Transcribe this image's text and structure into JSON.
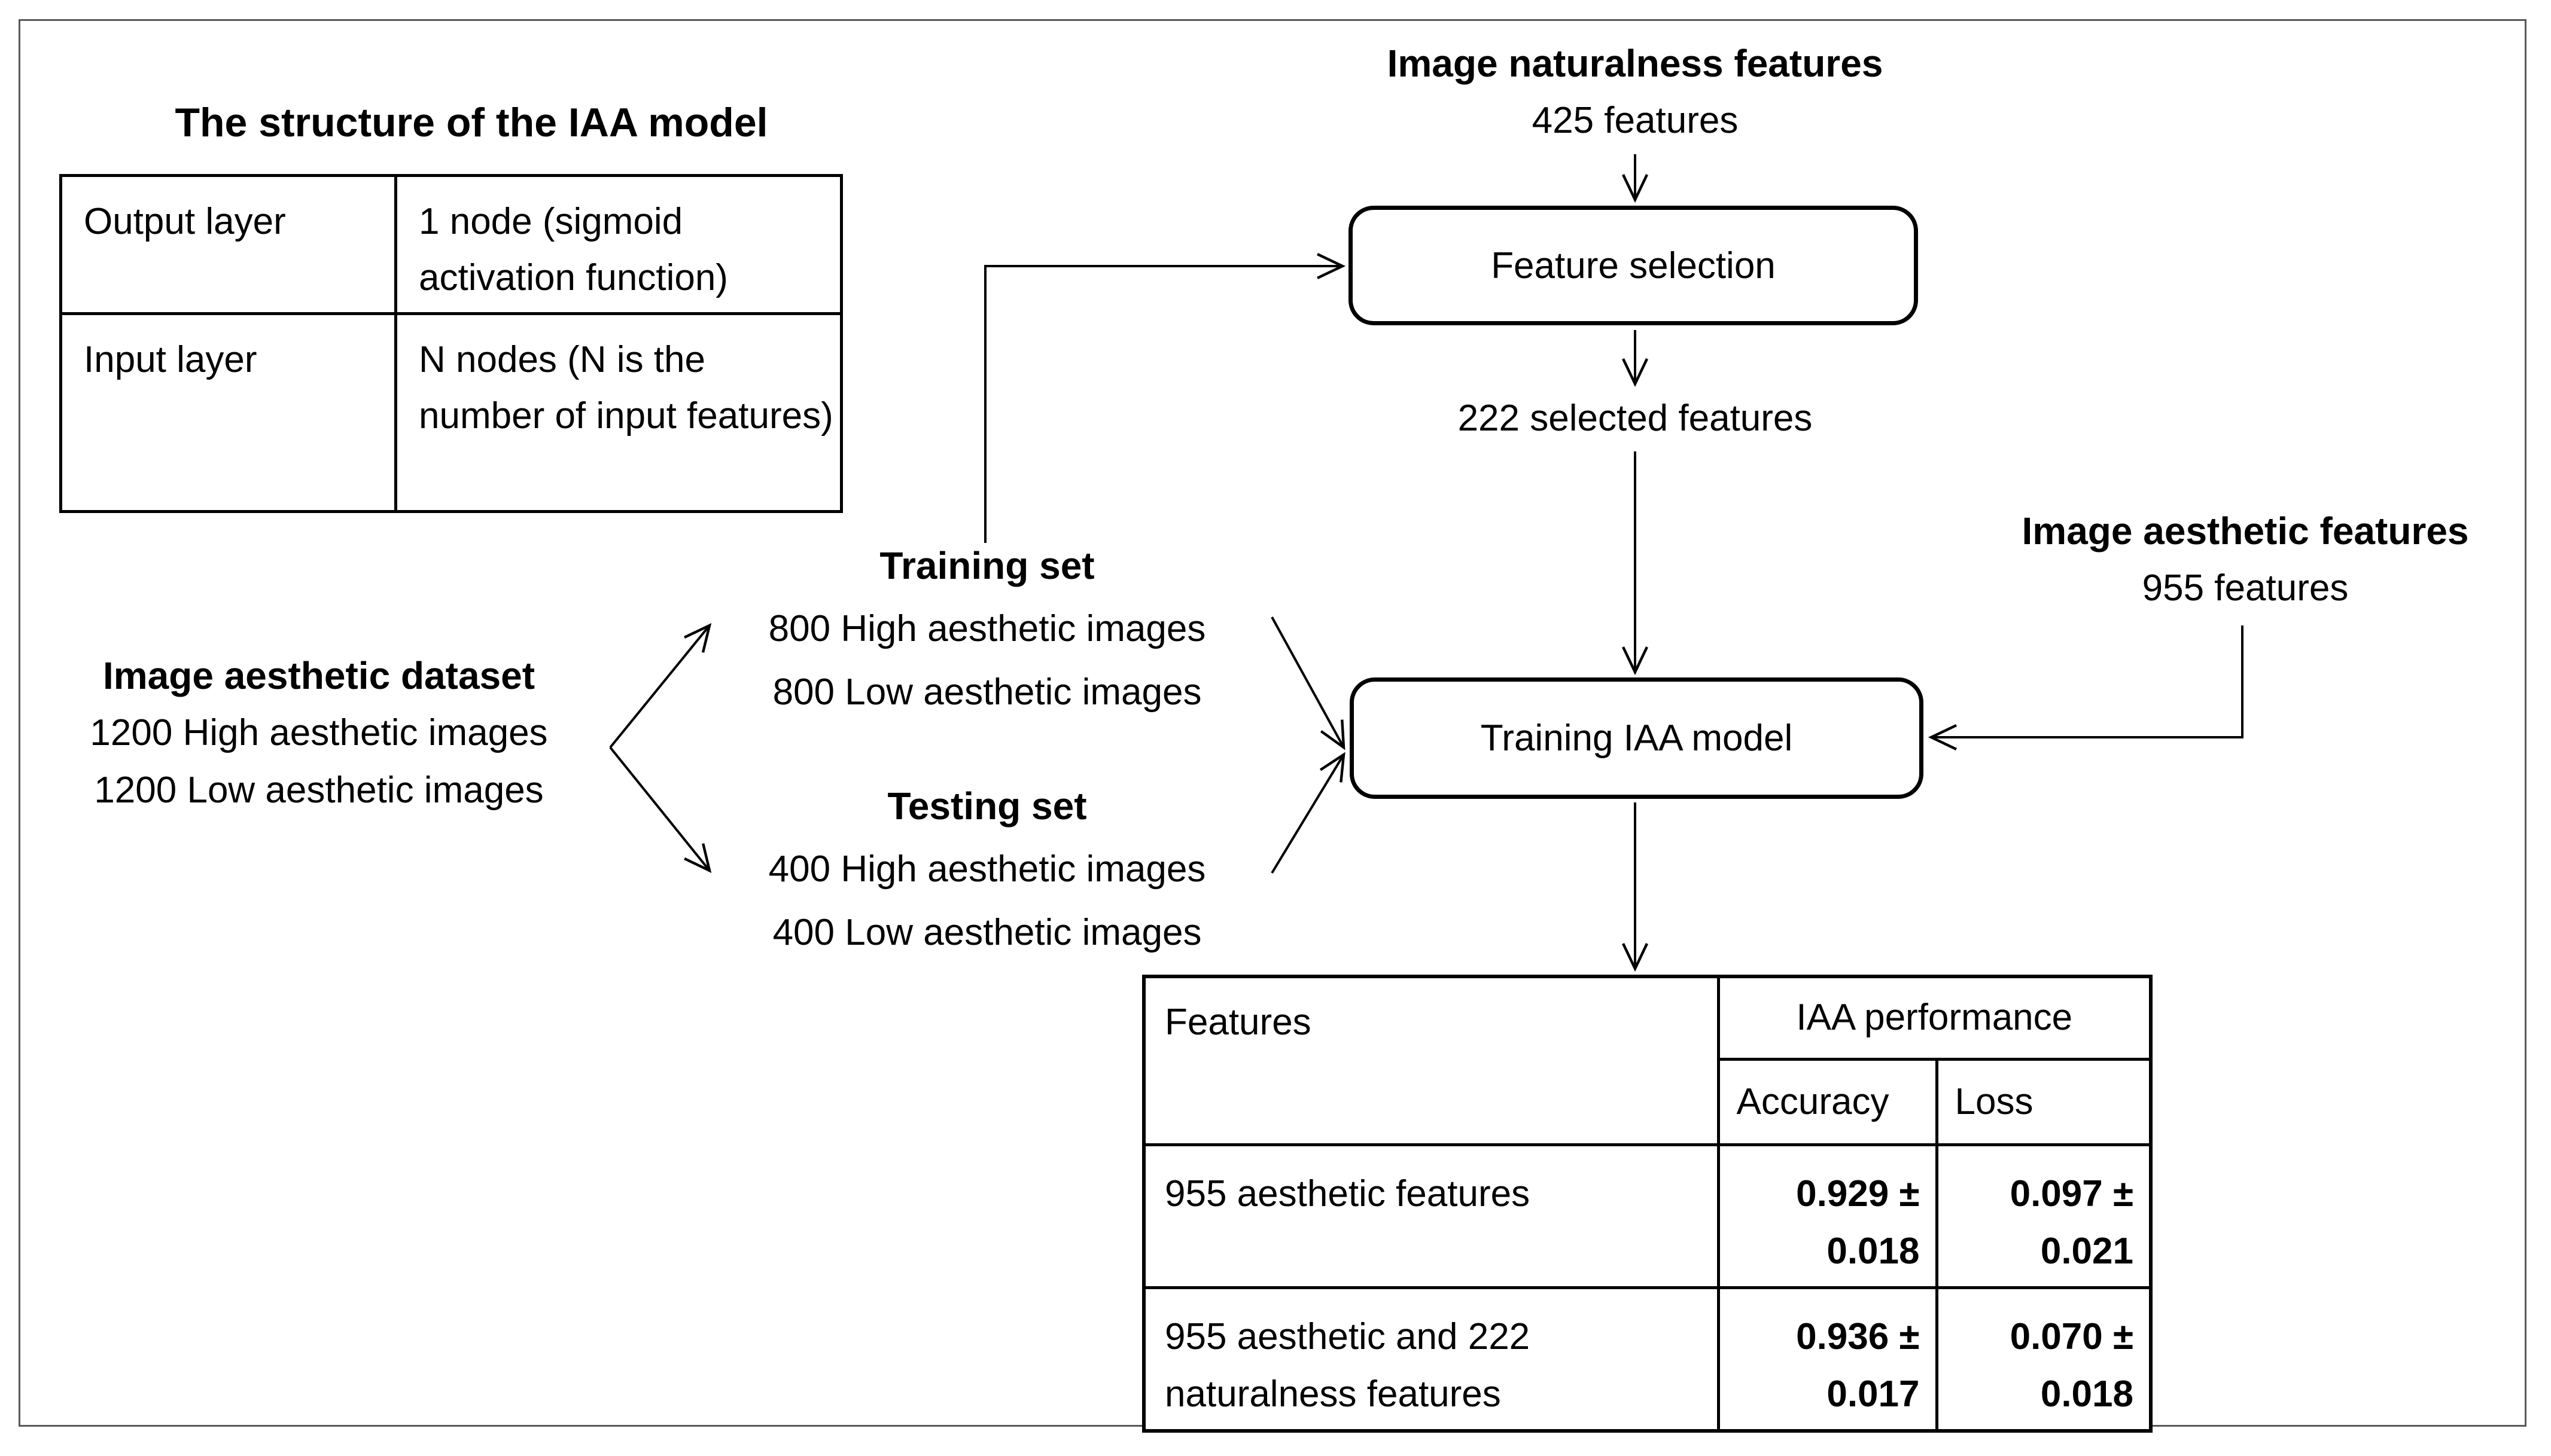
{
  "diagram": {
    "structure_table": {
      "title": "The structure of the IAA model",
      "rows": [
        {
          "label": "Output layer",
          "value": "1 node (sigmoid activation function)"
        },
        {
          "label": "Input layer",
          "value": "N nodes (N is the number of input features)"
        }
      ]
    },
    "naturalness": {
      "title": "Image naturalness features",
      "subtitle": "425 features"
    },
    "feature_selection_box_label": "Feature selection",
    "selected_features_label": "222 selected features",
    "aesthetic_features": {
      "title": "Image aesthetic features",
      "subtitle": "955 features"
    },
    "dataset": {
      "title": "Image aesthetic dataset",
      "line1": "1200 High aesthetic images",
      "line2": "1200 Low aesthetic images"
    },
    "training_set": {
      "title": "Training set",
      "line1": "800 High aesthetic images",
      "line2": "800 Low aesthetic images"
    },
    "testing_set": {
      "title": "Testing set",
      "line1": "400 High aesthetic images",
      "line2": "400 Low aesthetic images"
    },
    "training_box_label": "Training IAA model",
    "results_table": {
      "col_features": "Features",
      "col_performance": "IAA performance",
      "col_accuracy": "Accuracy",
      "col_loss": "Loss",
      "rows": [
        {
          "features": "955 aesthetic features",
          "accuracy": "0.929 ± 0.018",
          "loss": "0.097 ± 0.021"
        },
        {
          "features": "955 aesthetic and 222 naturalness features",
          "accuracy": "0.936 ± 0.017",
          "loss": "0.070 ± 0.018"
        }
      ]
    },
    "colors": {
      "line": "#000000",
      "frame": "#595959",
      "background": "#ffffff"
    }
  }
}
